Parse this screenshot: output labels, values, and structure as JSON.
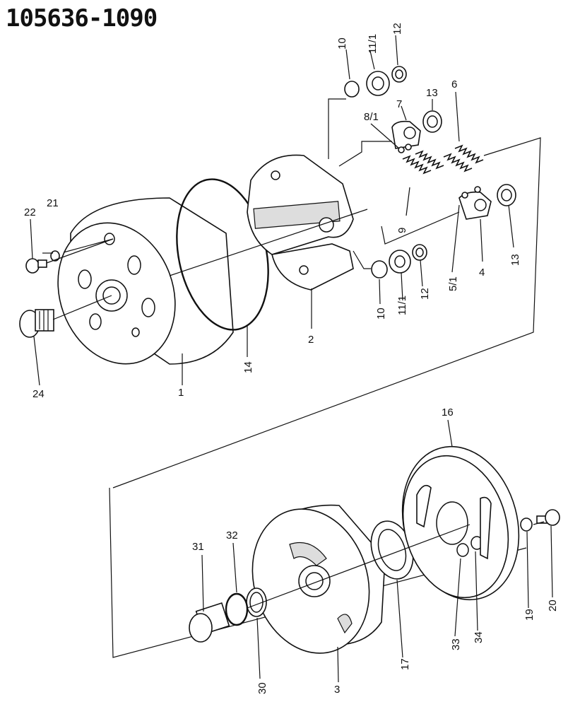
{
  "title": "105636-1090",
  "callouts": [
    "1",
    "2",
    "3",
    "4",
    "5/1",
    "6",
    "7",
    "8/1",
    "9",
    "10",
    "11/1",
    "12",
    "13",
    "14",
    "16",
    "17",
    "19",
    "20",
    "21",
    "22",
    "24",
    "30",
    "31",
    "32",
    "33",
    "34"
  ],
  "colors": {
    "ink": "#111111",
    "paper": "#ffffff"
  }
}
